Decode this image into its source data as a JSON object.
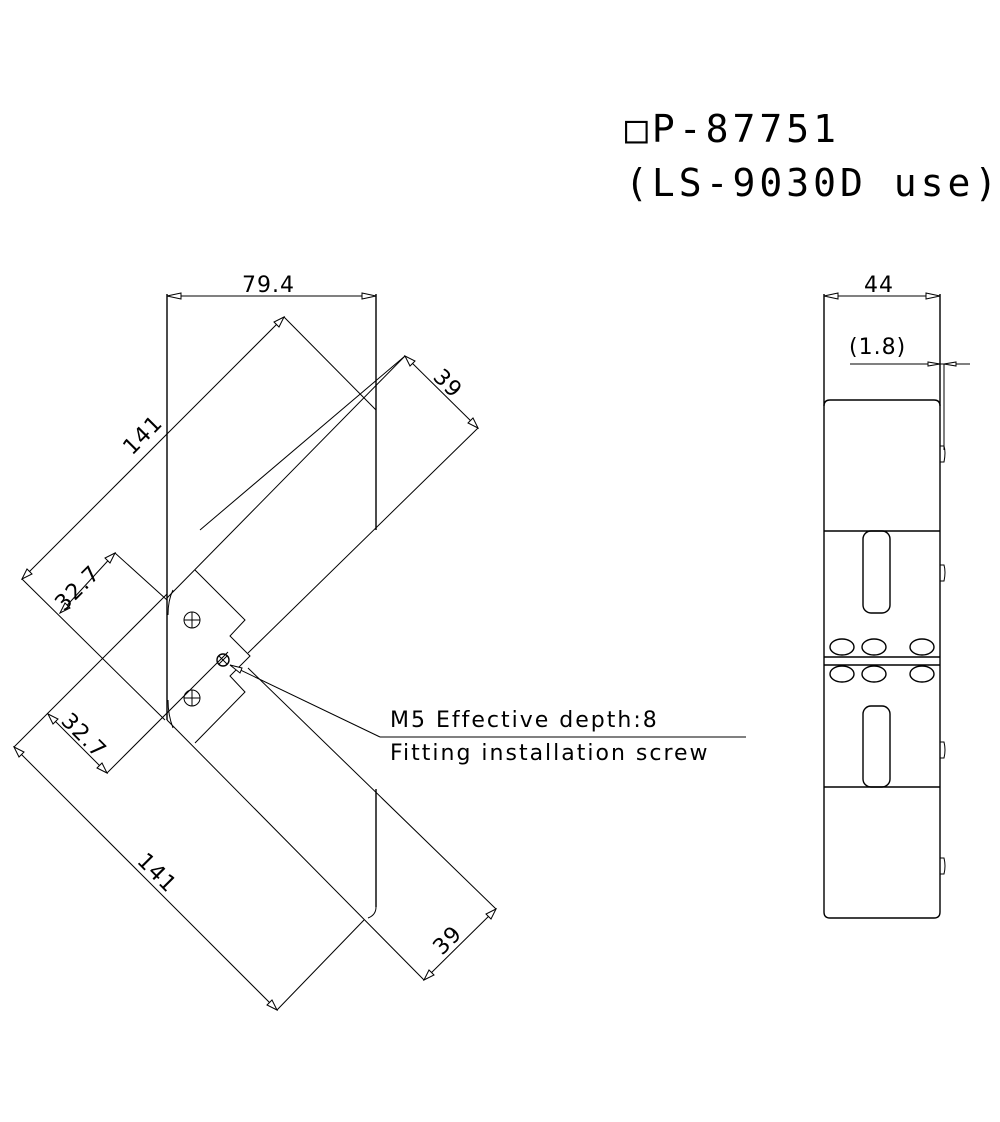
{
  "title": {
    "part_number": "□P-87751",
    "usage": "(LS-9030D use)"
  },
  "left_view": {
    "dimensions": {
      "overall_width": "79.4",
      "upper_arm_length": "141",
      "upper_arm_width": "39",
      "upper_offset": "32.7",
      "lower_offset": "32.7",
      "lower_arm_length": "141",
      "lower_arm_width": "39"
    },
    "callout": {
      "line1": "M5 Effective depth:8",
      "line2": "Fitting installation screw"
    }
  },
  "right_view": {
    "dimensions": {
      "width": "44",
      "thickness": "(1.8)"
    }
  },
  "colors": {
    "line": "#000000",
    "background": "#ffffff"
  }
}
